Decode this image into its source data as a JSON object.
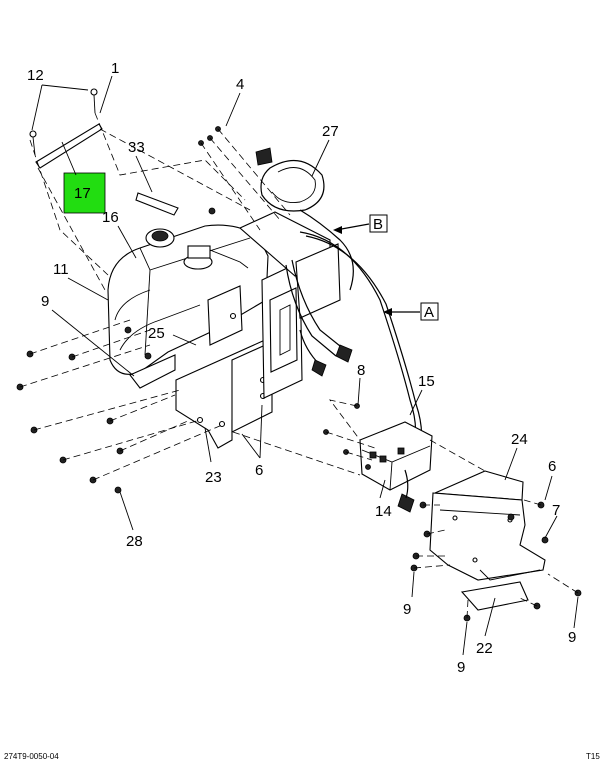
{
  "labels": {
    "l1": "1",
    "l4": "4",
    "l6a": "6",
    "l6b": "6",
    "l7": "7",
    "l8": "8",
    "l9a": "9",
    "l9b": "9",
    "l9c": "9",
    "l9d": "9",
    "l11": "11",
    "l12": "12",
    "l14": "14",
    "l15": "15",
    "l16": "16",
    "l17": "17",
    "l22": "22",
    "l23": "23",
    "l24": "24",
    "l25": "25",
    "l27": "27",
    "l28": "28",
    "l33": "33"
  },
  "callouts": {
    "a": "A",
    "b": "B"
  },
  "footer": {
    "left": "274T9-0050-04",
    "right": "T15"
  },
  "colors": {
    "highlight": "#22dd11"
  }
}
